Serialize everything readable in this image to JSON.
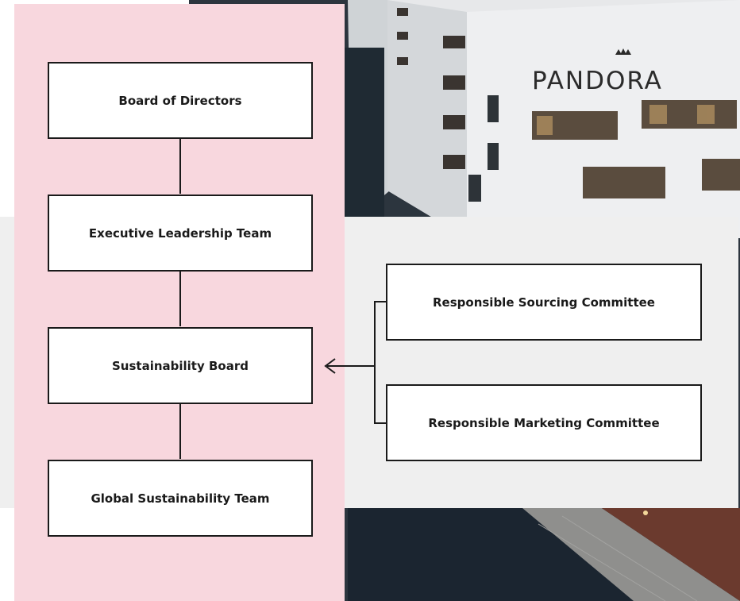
{
  "photo": {
    "sign_text": "PANDORA",
    "icon": "crown-icon"
  },
  "org_chart": {
    "main_chain": [
      {
        "label": "Board of Directors"
      },
      {
        "label": "Executive Leadership Team"
      },
      {
        "label": "Sustainability Board"
      },
      {
        "label": "Global Sustainability Team"
      }
    ],
    "committees": [
      {
        "label": "Responsible Sourcing Committee"
      },
      {
        "label": "Responsible Marketing Committee"
      }
    ]
  },
  "colors": {
    "pink_panel": "#f8d7de",
    "grey_panel": "#efefef",
    "box_border": "#1a1a1a",
    "box_fill": "#ffffff"
  }
}
